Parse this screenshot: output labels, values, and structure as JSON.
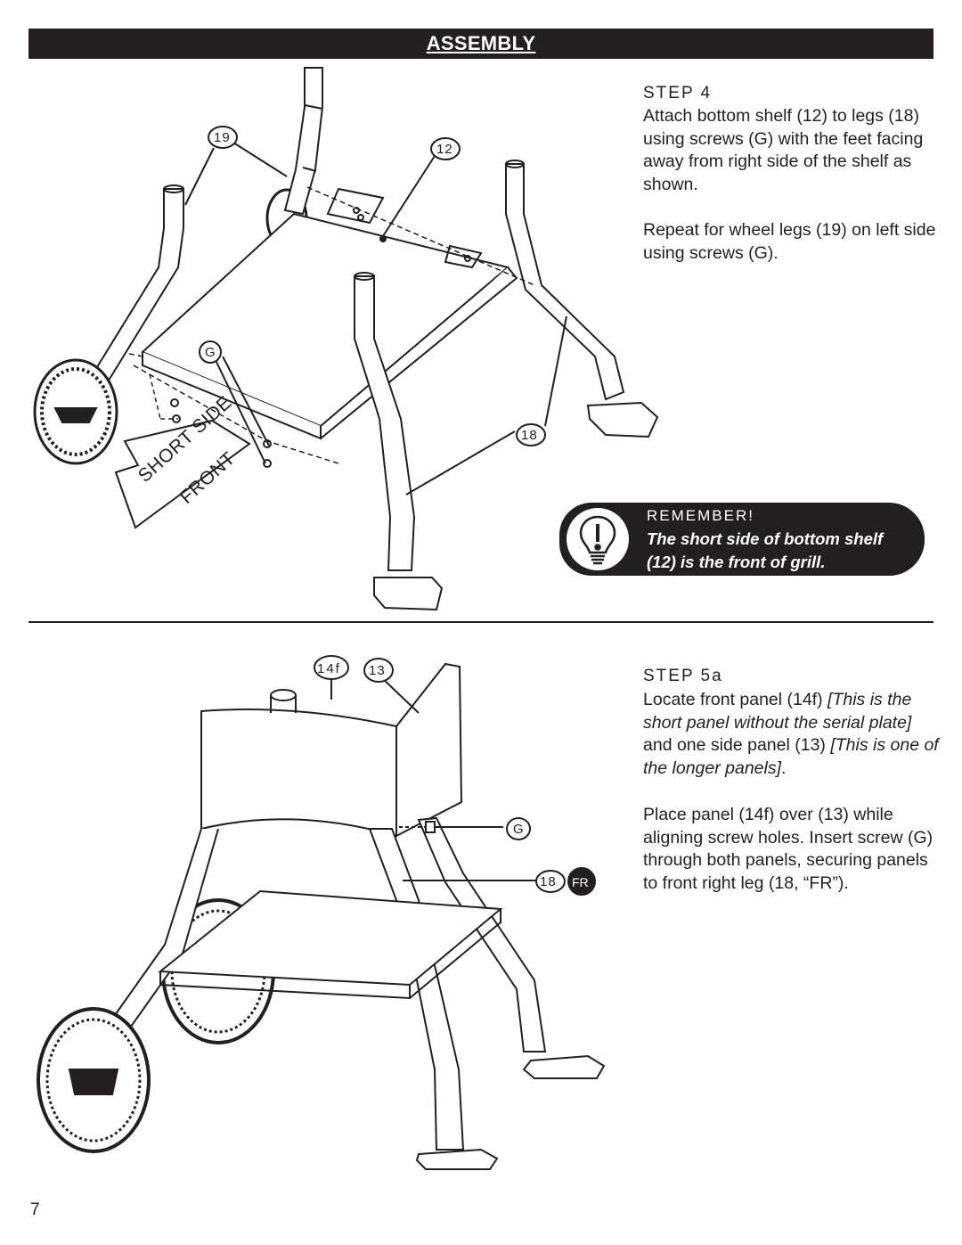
{
  "header": {
    "title": "ASSEMBLY"
  },
  "step4": {
    "heading": "STEP 4",
    "para1": "Attach bottom shelf (12) to legs (18) using screws (G) with the feet facing away from right side of the shelf as shown.",
    "para2": "Repeat for wheel legs (19) on left side using screws (G)."
  },
  "remember": {
    "title": "REMEMBER!",
    "body": "The short side of bottom shelf (12) is the front of grill."
  },
  "diagram1": {
    "callout_19": "19",
    "callout_12": "12",
    "callout_g": "G",
    "callout_18": "18",
    "arrow_line1": "SHORT SIDE",
    "arrow_line2": "FRONT"
  },
  "step5a": {
    "heading": "STEP 5a",
    "para1_a": "Locate front panel (14f) ",
    "para1_b": "[This is the short panel without the serial plate]",
    "para1_c": " and one side panel (13) ",
    "para1_d": "[This is one of the longer panels]",
    "para1_e": ".",
    "para2": "Place panel (14f) over (13) while aligning screw holes. Insert screw (G) through both panels, securing panels to front right leg (18, “FR”)."
  },
  "diagram2": {
    "callout_14f": "14f",
    "callout_13": "13",
    "callout_g": "G",
    "callout_18": "18",
    "callout_fr": "FR"
  },
  "page_number": "7"
}
